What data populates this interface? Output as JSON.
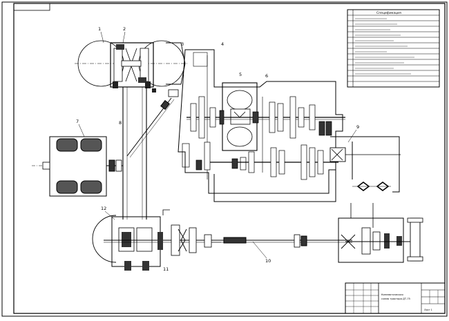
{
  "drawing": {
    "callouts": [
      "1",
      "2",
      "3",
      "4",
      "5",
      "6",
      "7",
      "8",
      "9",
      "10",
      "11",
      "12"
    ],
    "spec_table": {
      "header": "Спецификация",
      "rows": [
        "",
        "",
        "",
        "",
        "",
        "",
        "",
        "",
        "",
        "",
        "",
        "",
        ""
      ]
    },
    "title_block": {
      "title_line1": "Кинематическая",
      "title_line2": "схема трактора ДТ-75",
      "sheet": "Лист 1"
    }
  },
  "colors": {
    "line": "#000000",
    "fill": "#ffffff",
    "hatch": "#222222"
  }
}
